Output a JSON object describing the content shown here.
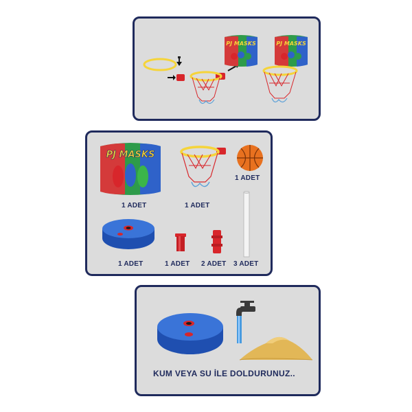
{
  "brand": {
    "logo_text": "PJ MASKS"
  },
  "panel_bottom": {
    "caption": "KUM VEYA SU İLE DOLDURUNUZ.."
  },
  "parts": [
    {
      "name": "backboard",
      "qty": "1 ADET"
    },
    {
      "name": "hoop-with-net",
      "qty": "1 ADET"
    },
    {
      "name": "ball",
      "qty": "1 ADET"
    },
    {
      "name": "base",
      "qty": "1 ADET"
    },
    {
      "name": "short-connector",
      "qty": "1 ADET"
    },
    {
      "name": "pole-connector",
      "qty": "2 ADET"
    },
    {
      "name": "pole-section",
      "qty": "3 ADET"
    }
  ],
  "colors": {
    "panel_bg": "#dcdcdc",
    "panel_border": "#1f2a5c",
    "text": "#1f2a5c",
    "base_blue": "#2f62c9",
    "hoop_yellow": "#f5d43a",
    "bracket_red": "#d8262b",
    "ball_orange": "#e8711f",
    "board_green": "#2e9b4a",
    "board_red": "#d43a3a",
    "sand": "#e2b757",
    "water": "#2e8fe0"
  }
}
